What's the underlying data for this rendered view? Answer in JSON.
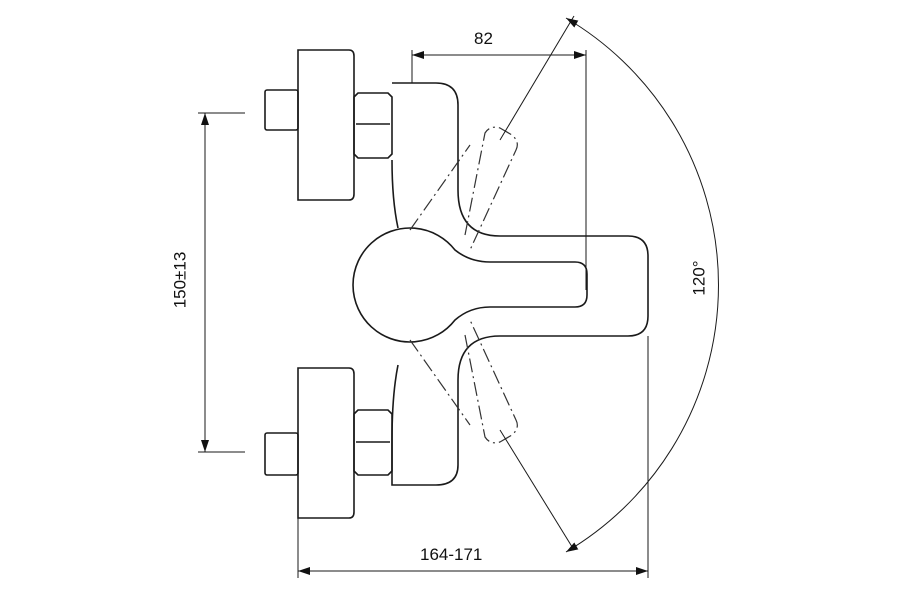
{
  "drawing": {
    "dimensions": {
      "spout_reach": "82",
      "inlet_spacing": "150±13",
      "overall_depth": "164-171",
      "lever_rotation": "120°"
    },
    "line_color": "#1a1a1a"
  }
}
